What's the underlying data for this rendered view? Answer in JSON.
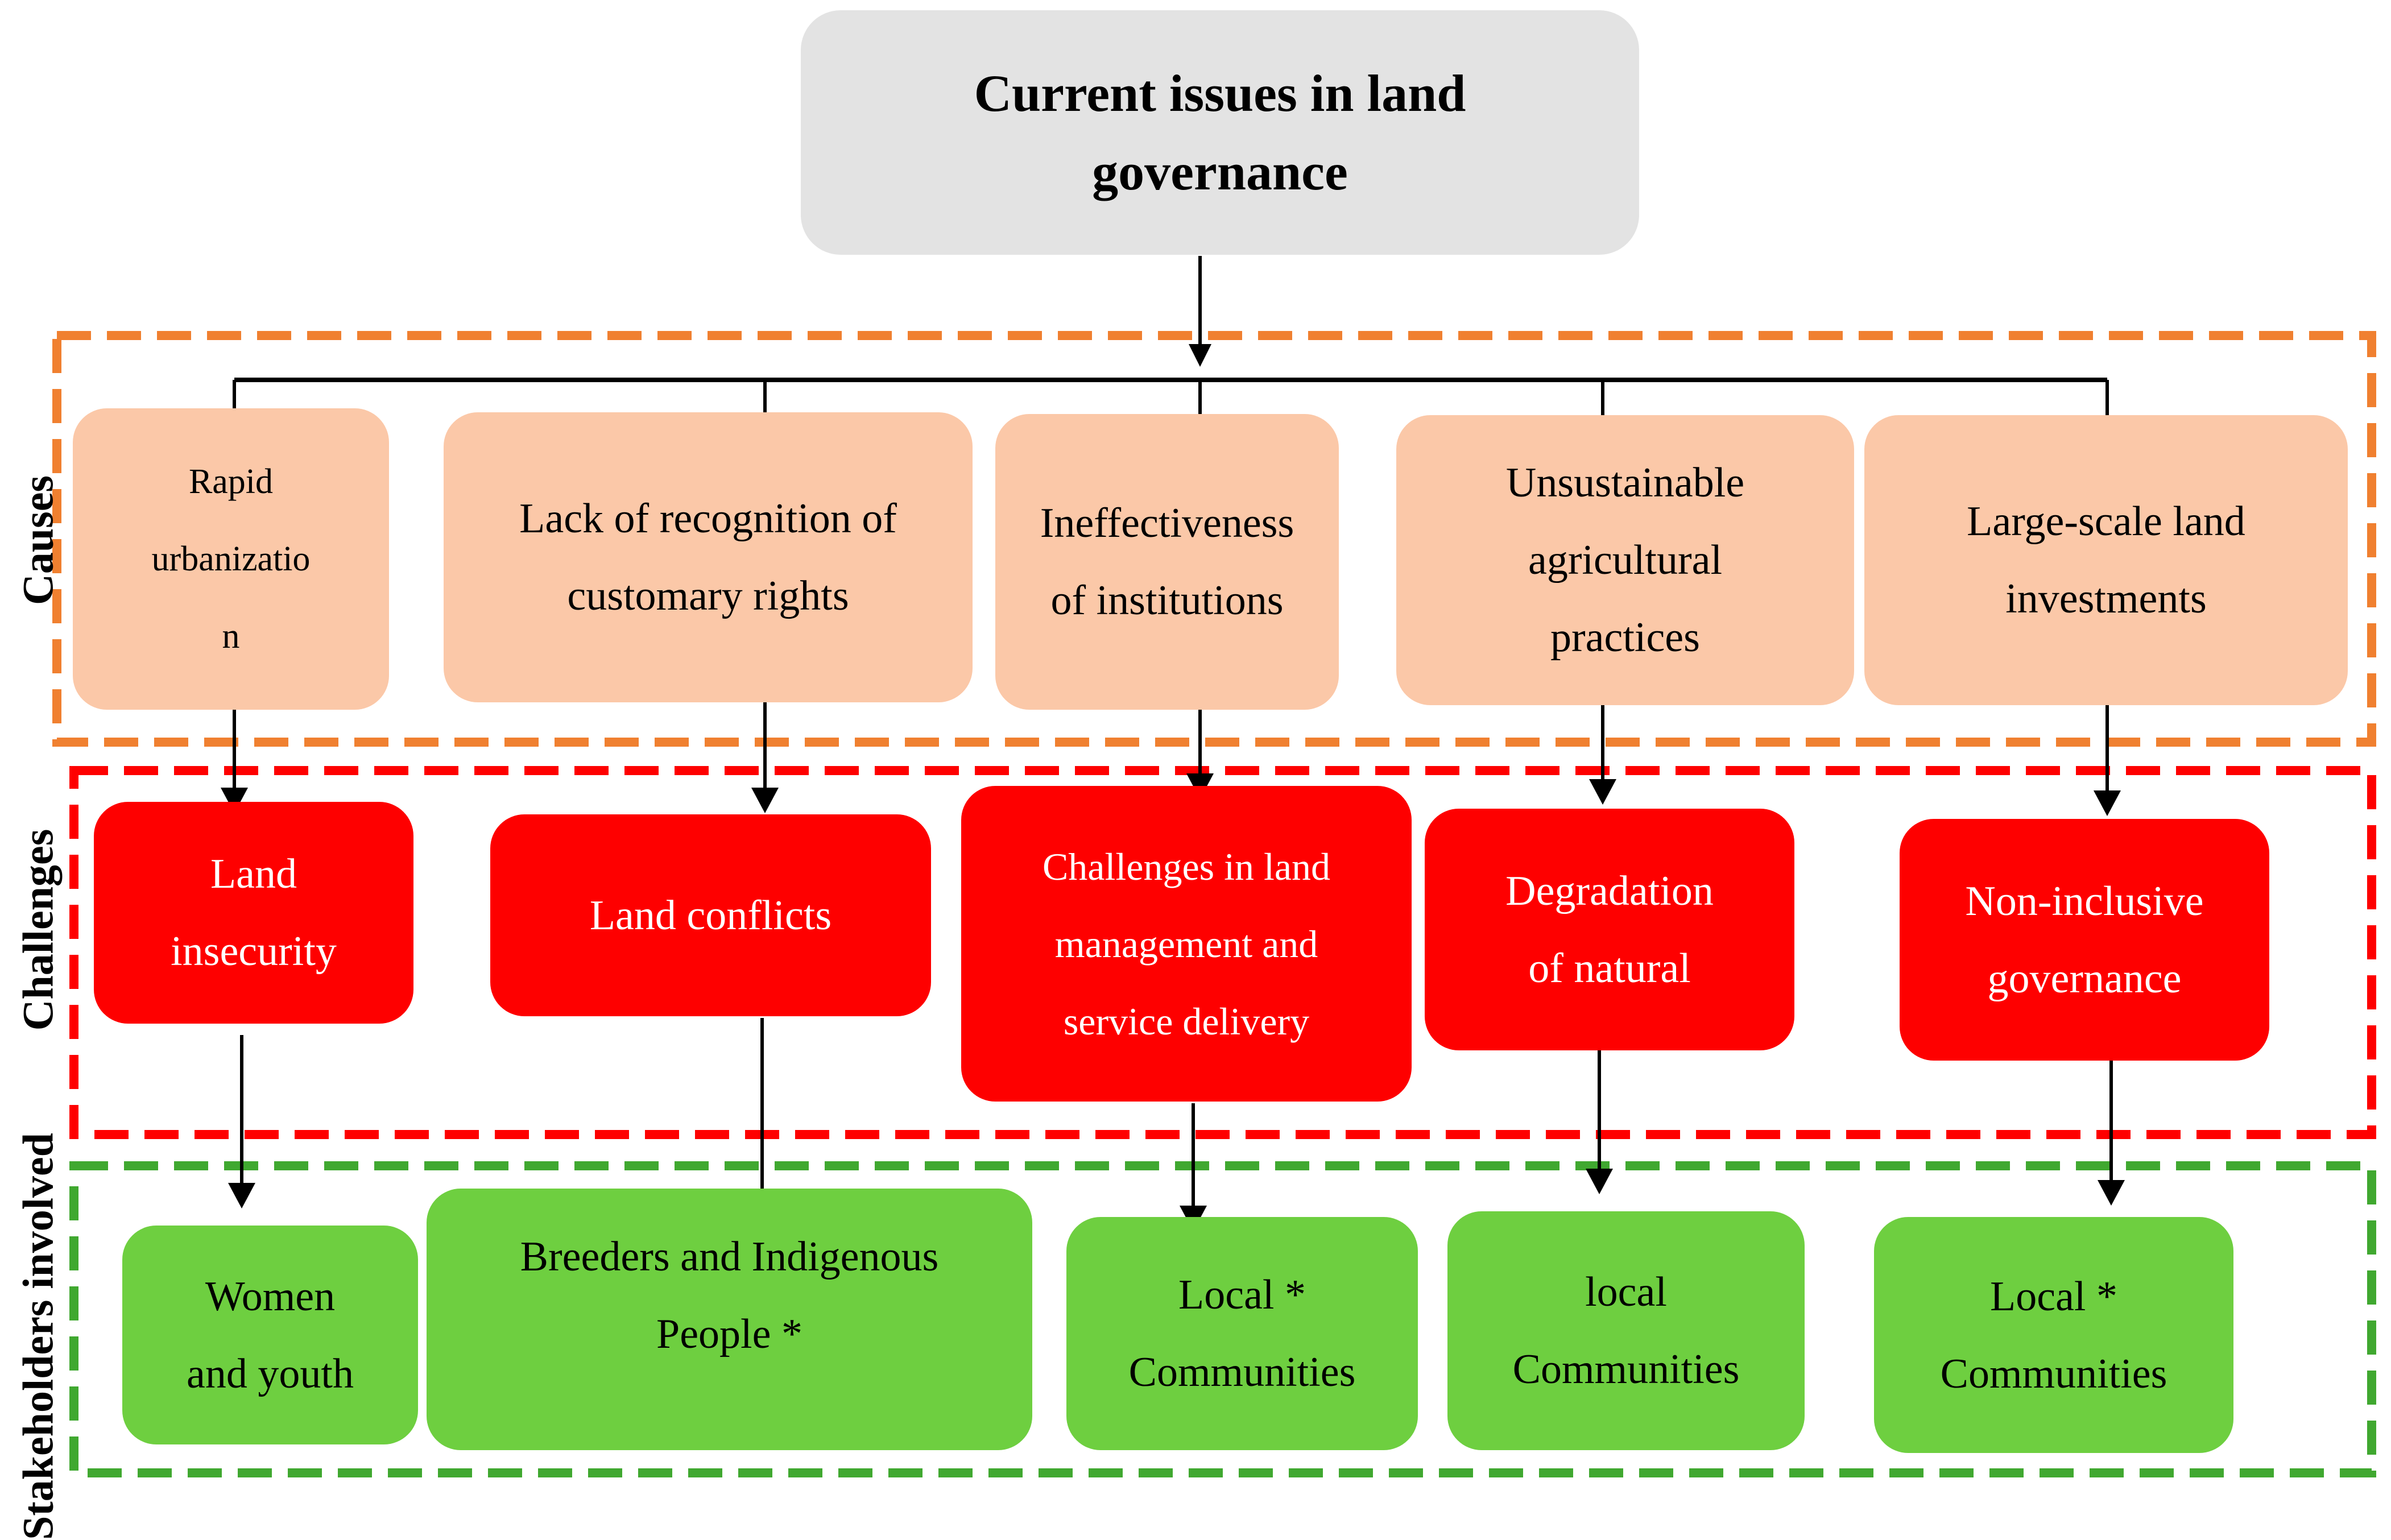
{
  "title": [
    "Current issues in land",
    "governance"
  ],
  "sections": {
    "causes": "Causes",
    "challenges": "Challenges",
    "stakeholders": "Stakeholders involved"
  },
  "causes": [
    {
      "lines": [
        "Rapid",
        "urbanizatio",
        "n"
      ]
    },
    {
      "lines": [
        "Lack of recognition of",
        "customary rights"
      ]
    },
    {
      "lines": [
        "Ineffectiveness",
        "of institutions"
      ]
    },
    {
      "lines": [
        "Unsustainable",
        "agricultural",
        "practices"
      ]
    },
    {
      "lines": [
        "Large-scale land",
        "investments"
      ]
    }
  ],
  "challenges": [
    {
      "lines": [
        "Land",
        "insecurity"
      ]
    },
    {
      "lines": [
        "Land conflicts"
      ]
    },
    {
      "lines": [
        "Challenges in land",
        "management and",
        "service delivery"
      ]
    },
    {
      "lines": [
        "Degradation",
        "of natural"
      ]
    },
    {
      "lines": [
        "Non-inclusive",
        "governance"
      ]
    }
  ],
  "stakeholders": [
    {
      "lines": [
        "Women",
        "and youth"
      ]
    },
    {
      "lines": [
        "Breeders and Indigenous",
        "People *"
      ]
    },
    {
      "lines": [
        "Local *",
        "Communities"
      ]
    },
    {
      "lines": [
        "local",
        "Communities"
      ]
    },
    {
      "lines": [
        "Local *",
        "Communities"
      ]
    }
  ],
  "colors": {
    "title_fill": "#e3e3e3",
    "cause_fill": "#fbc8a8",
    "challenge_fill": "#fe0000",
    "stakeholder_fill": "#6ecf40",
    "causes_border": "#f08030",
    "challenges_border": "#fe0000",
    "stakeholders_border": "#40a830",
    "connector": "#000000"
  }
}
